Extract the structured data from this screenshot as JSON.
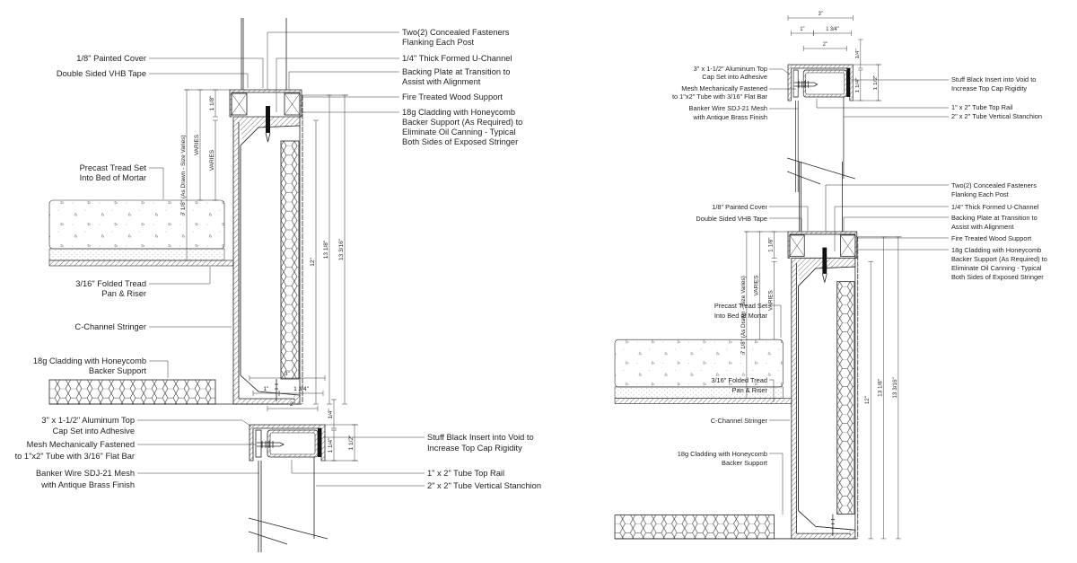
{
  "stair_labels": {
    "painted_cover": [
      "1/8\" Painted Cover"
    ],
    "vhb_tape": [
      "Double Sided VHB Tape"
    ],
    "precast_tread": [
      "Precast Tread Set",
      "Into Bed of Mortar"
    ],
    "tread_pan": [
      "3/16\" Folded Tread",
      "Pan & Riser"
    ],
    "c_channel": [
      "C-Channel Stringer"
    ],
    "cladding_backer": [
      "18g Cladding with Honeycomb",
      "Backer Support"
    ],
    "fasteners": [
      "Two(2) Concealed Fasteners",
      "Flanking Each Post"
    ],
    "u_channel": [
      "1/4\" Thick Formed U-Channel"
    ],
    "backing_plate": [
      "Backing Plate at Transition to",
      "Assist with Alignment"
    ],
    "wood_support": [
      "Fire Treated Wood Support"
    ],
    "cladding_exposed": [
      "18g Cladding with Honeycomb",
      "Backer Support (As Required) to",
      "Eliminate Oil Canning - Typical",
      "Both Sides of Exposed Stringer"
    ]
  },
  "rail_labels": {
    "top_cap": [
      "3\" x 1-1/2\" Aluminum Top",
      "Cap Set into Adhesive"
    ],
    "mesh_fastened": [
      "Mesh Mechanically Fastened",
      "to 1\"x2\" Tube with 3/16\" Flat Bar"
    ],
    "banker_wire": [
      "Banker Wire SDJ-21 Mesh",
      "with Antique Brass Finish"
    ],
    "black_insert": [
      "Stuff Black Insert into Void to",
      "Increase Top Cap Rigidity"
    ],
    "top_rail": [
      "1\" x 2\" Tube Top Rail"
    ],
    "stanchion": [
      "2\" x 2\" Tube Vertical Stanchion"
    ]
  },
  "stair_dims": {
    "cap_height": "1 1/8\"",
    "varies_a": "VARIES",
    "varies_b": "VARIES",
    "riser": "7 1/8\" (As Drawn - Size Varies)",
    "d12": "12\"",
    "d13_1_8": "13 1/8\"",
    "d13_3_16": "13 3/16\""
  },
  "rail_dims": {
    "width": "3\"",
    "left": "1\"",
    "right": "1 3/4\"",
    "tube": "2\"",
    "top": "1/4\"",
    "inner_h": "1 1/4\"",
    "cap_h": "1 1/2\""
  },
  "colors": {
    "line": "#222222",
    "background": "#ffffff"
  }
}
